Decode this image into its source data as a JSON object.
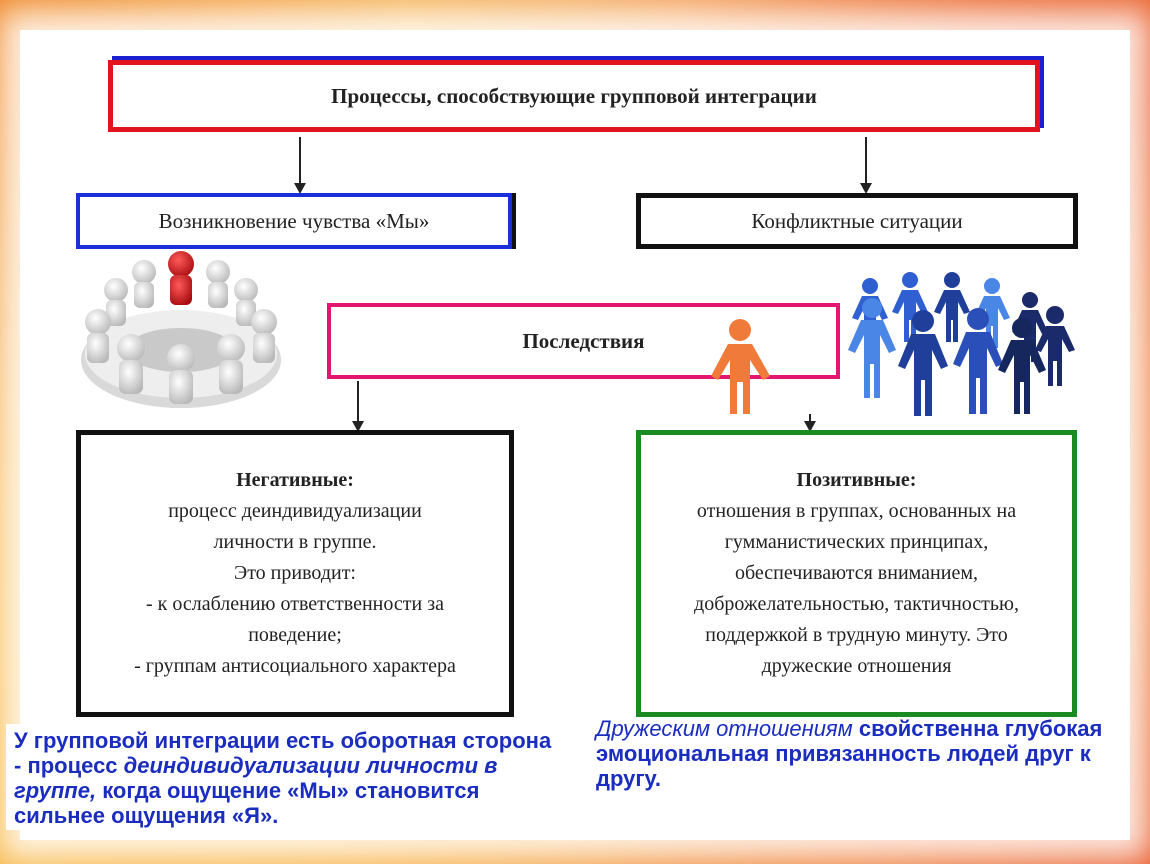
{
  "diagram": {
    "title": "Процессы, способствующие групповой интеграции",
    "left_process": "Возникновение чувства «Мы»",
    "right_process": "Конфликтные ситуации",
    "consequences": "Последствия",
    "negative": {
      "heading": "Негативные:",
      "lines": [
        "процесс деиндивидуализации",
        "личности в группе.",
        "Это приводит:",
        "- к ослаблению ответственности за",
        "поведение;",
        "- группам антисоциального характера"
      ]
    },
    "positive": {
      "heading": "Позитивные:",
      "lines": [
        "отношения в группах, основанных на",
        "гумманистических принципах,",
        "обеспечиваются вниманием,",
        "доброжелательностью, тактичностью,",
        "поддержкой в трудную минуту. Это",
        "дружеские отношения"
      ]
    }
  },
  "notes": {
    "left": {
      "p1": "У групповой интеграции есть оборотная сторона - процесс ",
      "p2": "деиндивидуализации личности в группе,",
      "p3": " когда ощущение «Мы» становится сильнее ощущения «Я»."
    },
    "right": {
      "p1": "Дружеским отношениям",
      "p2": " свойственна глубокая эмоциональная привязанность людей друг к другу."
    }
  },
  "icons": [
    "group-circle-figures-icon",
    "paper-people-chain-icon",
    "lone-orange-figure-icon"
  ],
  "colors": {
    "title_border": "#e0131f",
    "title_shadow": "#1a1fd0",
    "we_border": "#1a2fd8",
    "conseq_border": "#e4166f",
    "positive_border": "#1a8a22",
    "note_text": "#1a2dbf",
    "red_figure": "#d8181c",
    "blue_people": "#2f5fd0",
    "orange_figure": "#f07a3a"
  }
}
